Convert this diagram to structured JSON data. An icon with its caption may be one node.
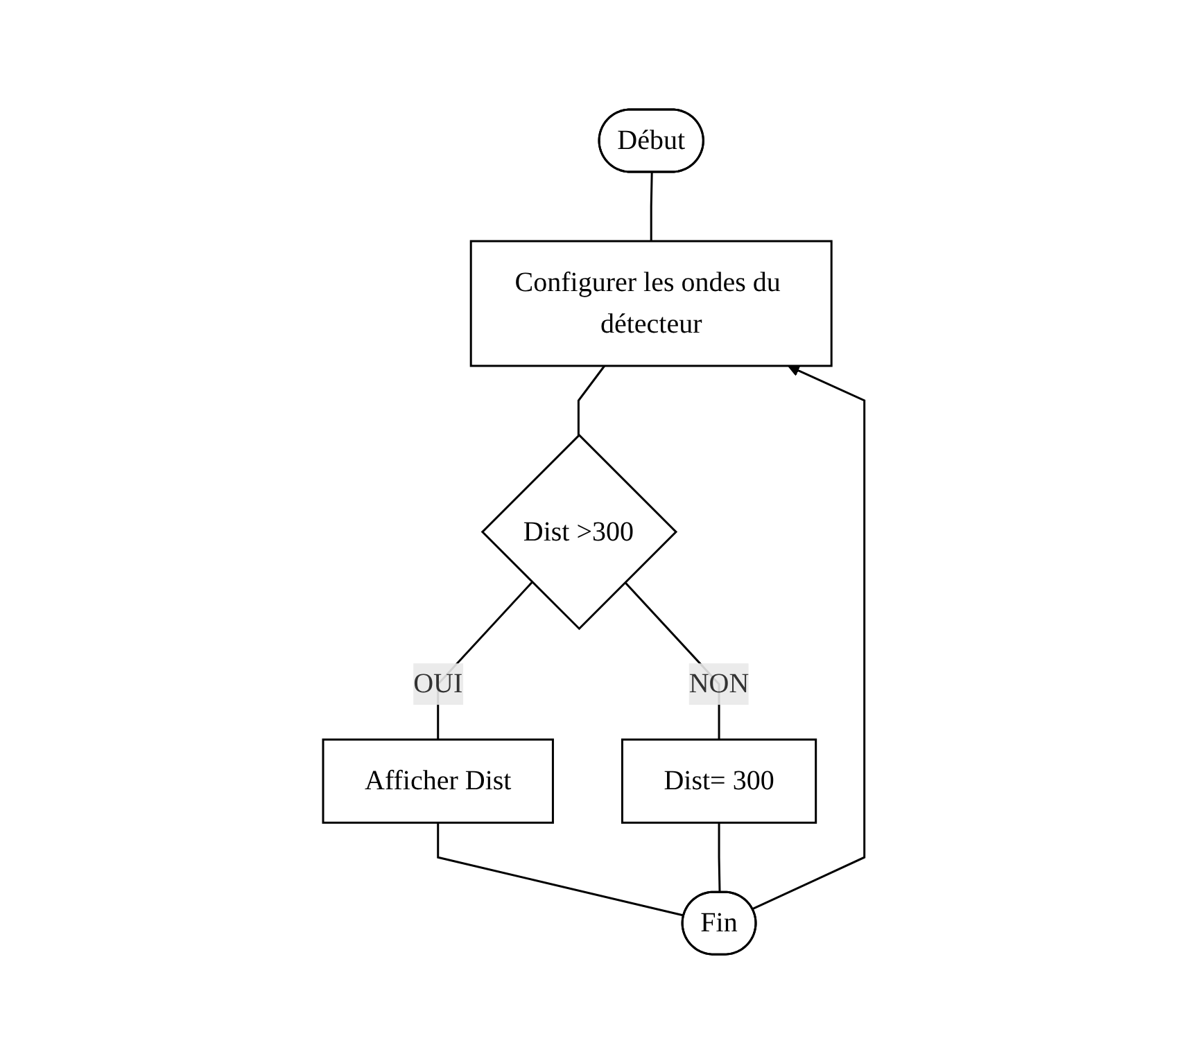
{
  "diagram": {
    "nodes": [
      {
        "text": [
          "Début"
        ]
      },
      {
        "text": [
          "Configurer les ondes du détecteur"
        ]
      },
      {
        "text": [
          "Dist >300"
        ]
      },
      {
        "text": [
          "Afficher Dist"
        ]
      },
      {
        "text": [
          "Dist= 300"
        ]
      },
      {
        "text": [
          "Fin"
        ]
      }
    ],
    "edges": [
      {
        "from": 0,
        "to": 1,
        "arrow": "none"
      },
      {
        "from": 1,
        "to": 2,
        "arrow": "none"
      },
      {
        "from": 2,
        "to": 3,
        "label": "OUI",
        "arrow": "none"
      },
      {
        "from": 2,
        "to": 4,
        "label": "NON",
        "arrow": "none"
      },
      {
        "from": 3,
        "to": 5,
        "arrow": "none"
      },
      {
        "from": 4,
        "to": 5,
        "arrow": "none"
      },
      {
        "from": 5,
        "to": 1,
        "arrow": "to"
      }
    ]
  }
}
